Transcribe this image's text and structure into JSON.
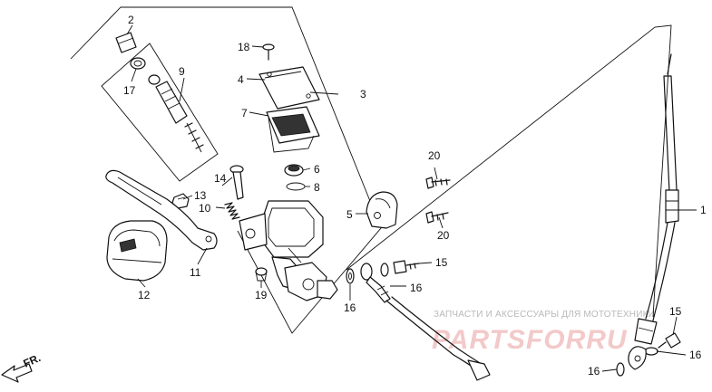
{
  "callouts": {
    "c1": "1",
    "c2": "2",
    "c3": "3",
    "c4": "4",
    "c5": "5",
    "c6": "6",
    "c7": "7",
    "c8": "8",
    "c9": "9",
    "c10": "10",
    "c11": "11",
    "c12": "12",
    "c13": "13",
    "c14": "14",
    "c15a": "15",
    "c15b": "15",
    "c16a": "16",
    "c16b": "16",
    "c16c": "16",
    "c17": "17",
    "c18": "18",
    "c19": "19",
    "c20a": "20",
    "c20b": "20"
  },
  "watermark": {
    "caption": "ЗАПЧАСТИ И АКСЕССУАРЫ ДЛЯ МОТОТЕХНИКИ",
    "logo": "PARTSFORRU"
  },
  "direction": {
    "label": "FR."
  }
}
